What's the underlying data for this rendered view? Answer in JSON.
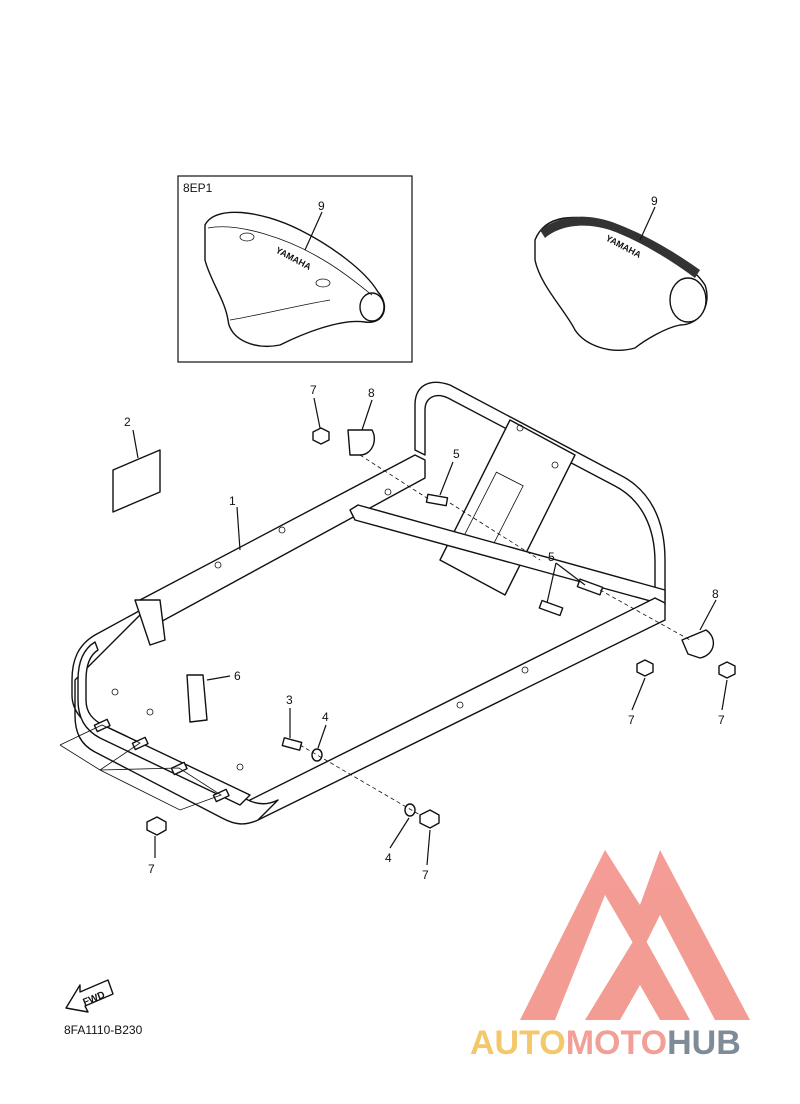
{
  "inset": {
    "variant_code": "8EP1"
  },
  "callouts": {
    "c1": "1",
    "c2": "2",
    "c3": "3",
    "c4a": "4",
    "c4b": "4",
    "c5a": "5",
    "c5b": "5",
    "c6": "6",
    "c7a": "7",
    "c7b": "7",
    "c7c": "7",
    "c7d": "7",
    "c7e": "7",
    "c8a": "8",
    "c8b": "8",
    "c9a": "9",
    "c9b": "9"
  },
  "fwd_label": "FWD",
  "diagram_code": "8FA1110-B230",
  "watermark": {
    "part1": "AUTO",
    "part2": "MOTO",
    "part3": "HUB",
    "colors": {
      "auto": "#f4c76a",
      "moto": "#f2a097",
      "hub": "#7f8c97",
      "logo": "#f28b82"
    }
  }
}
